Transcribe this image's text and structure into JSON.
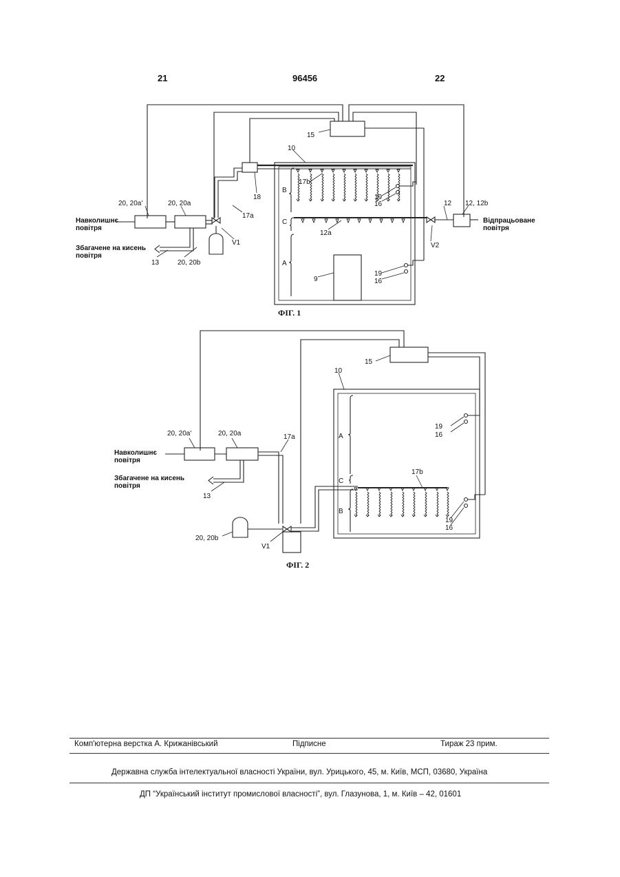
{
  "header": {
    "left_page": "21",
    "patent_number": "96456",
    "right_page": "22"
  },
  "fig1": {
    "caption": "ФІГ. 1",
    "labels": {
      "ambient_air": [
        "Навколишнє",
        "повітря"
      ],
      "enriched_air": [
        "Збагачене на кисень",
        "повітря"
      ],
      "exhaust_air": [
        "Відпрацьоване",
        "повітря"
      ],
      "c15": "15",
      "c10": "10",
      "c18": "18",
      "c17a": "17a",
      "c17b": "17b",
      "c12": "12",
      "c12_12b": "12, 12b",
      "c12a": "12a",
      "c13": "13",
      "c20_20a_p": "20, 20a'",
      "c20_20a": "20, 20a",
      "c20_20b": "20, 20b",
      "v1": "V1",
      "v2": "V2",
      "c9": "9",
      "c19_top": "19",
      "c16_top": "16",
      "c19_bot": "19",
      "c16_bot": "16",
      "zone_b": "B",
      "zone_c": "C",
      "zone_a": "A"
    }
  },
  "fig2": {
    "caption": "ФІГ. 2",
    "labels": {
      "ambient_air": [
        "Навколишнє",
        "повітря"
      ],
      "enriched_air": [
        "Збагачене на кисень",
        "повітря"
      ],
      "c15": "15",
      "c10": "10",
      "c17a": "17a",
      "c17b": "17b",
      "c13": "13",
      "c20_20a_p": "20, 20a'",
      "c20_20a": "20, 20a",
      "c20_20b": "20, 20b",
      "v1": "V1",
      "c19_top": "19",
      "c16_top": "16",
      "c19_bot": "19",
      "c16_bot": "16",
      "zone_a": "A",
      "zone_c": "C",
      "zone_b": "B"
    }
  },
  "footer": {
    "layout": "Комп'ютерна верстка А. Крижанівський",
    "subscription": "Підписне",
    "circulation": "Тираж 23 прим.",
    "office": "Державна служба інтелектуальної власності України, вул. Урицького, 45, м. Київ, МСП, 03680, Україна",
    "institute": "ДП “Український інститут промислової власності”, вул. Глазунова, 1, м. Київ – 42, 01601"
  }
}
